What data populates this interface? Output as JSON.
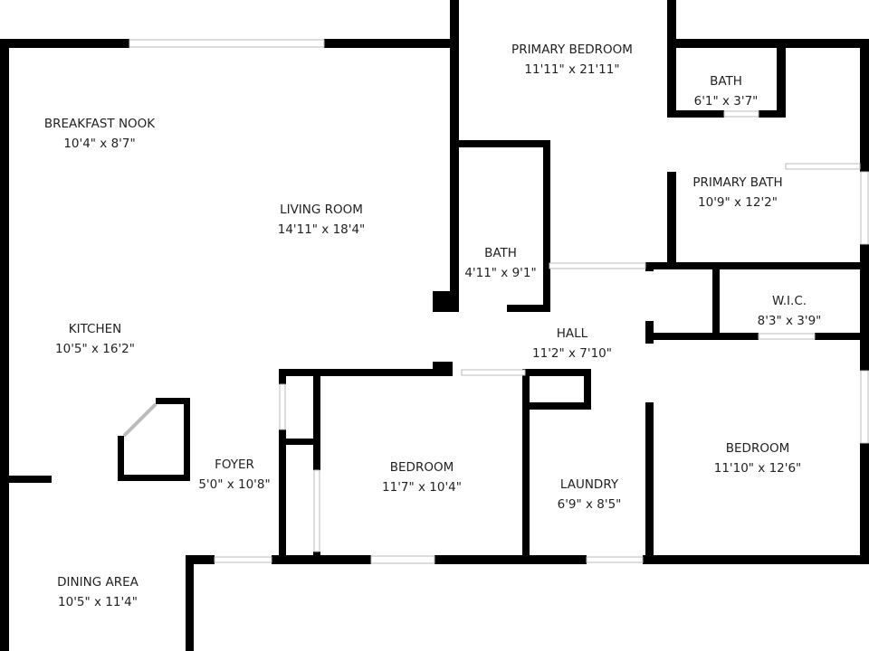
{
  "rooms": [
    {
      "id": "primary-bedroom",
      "name": "PRIMARY BEDROOM",
      "dims": "11'11\" x 21'11\""
    },
    {
      "id": "bath-small",
      "name": "BATH",
      "dims": "6'1\" x 3'7\""
    },
    {
      "id": "breakfast-nook",
      "name": "BREAKFAST NOOK",
      "dims": "10'4\" x 8'7\""
    },
    {
      "id": "primary-bath",
      "name": "PRIMARY BATH",
      "dims": "10'9\" x 12'2\""
    },
    {
      "id": "living-room",
      "name": "LIVING ROOM",
      "dims": "14'11\" x 18'4\""
    },
    {
      "id": "bath-hall",
      "name": "BATH",
      "dims": "4'11\" x 9'1\""
    },
    {
      "id": "wic",
      "name": "W.I.C.",
      "dims": "8'3\" x 3'9\""
    },
    {
      "id": "kitchen",
      "name": "KITCHEN",
      "dims": "10'5\" x 16'2\""
    },
    {
      "id": "hall",
      "name": "HALL",
      "dims": "11'2\" x 7'10\""
    },
    {
      "id": "bedroom-right",
      "name": "BEDROOM",
      "dims": "11'10\" x 12'6\""
    },
    {
      "id": "foyer",
      "name": "FOYER",
      "dims": "5'0\" x 10'8\""
    },
    {
      "id": "bedroom-center",
      "name": "BEDROOM",
      "dims": "11'7\" x 10'4\""
    },
    {
      "id": "laundry",
      "name": "LAUNDRY",
      "dims": "6'9\" x 8'5\""
    },
    {
      "id": "dining-area",
      "name": "DINING AREA",
      "dims": "10'5\" x 11'4\""
    }
  ],
  "colors": {
    "wall": "#000000",
    "opening": "#e8e8e8",
    "text": "#222222"
  }
}
